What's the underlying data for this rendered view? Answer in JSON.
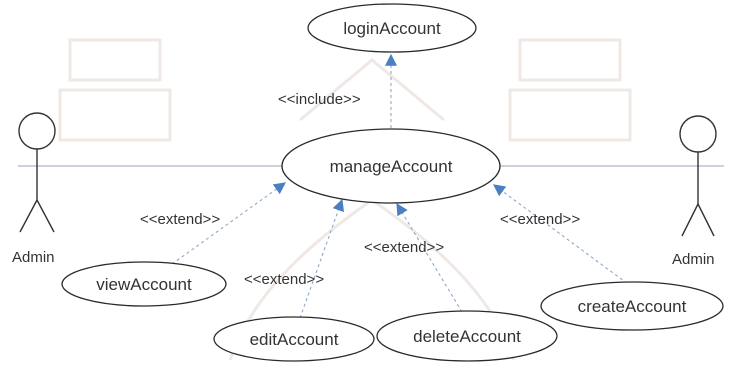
{
  "diagram": {
    "actors": {
      "left": "Admin",
      "right": "Admin"
    },
    "use_cases": {
      "login": "loginAccount",
      "manage": "manageAccount",
      "view": "viewAccount",
      "edit": "editAccount",
      "delete": "deleteAccount",
      "create": "createAccount"
    },
    "relations": {
      "include": "<<include>>",
      "extend_view": "<<extend>>",
      "extend_edit": "<<extend>>",
      "extend_delete": "<<extend>>",
      "extend_create": "<<extend>>"
    },
    "colors": {
      "arrow": "#4a7fc1",
      "outline": "#2a2a2a"
    }
  }
}
